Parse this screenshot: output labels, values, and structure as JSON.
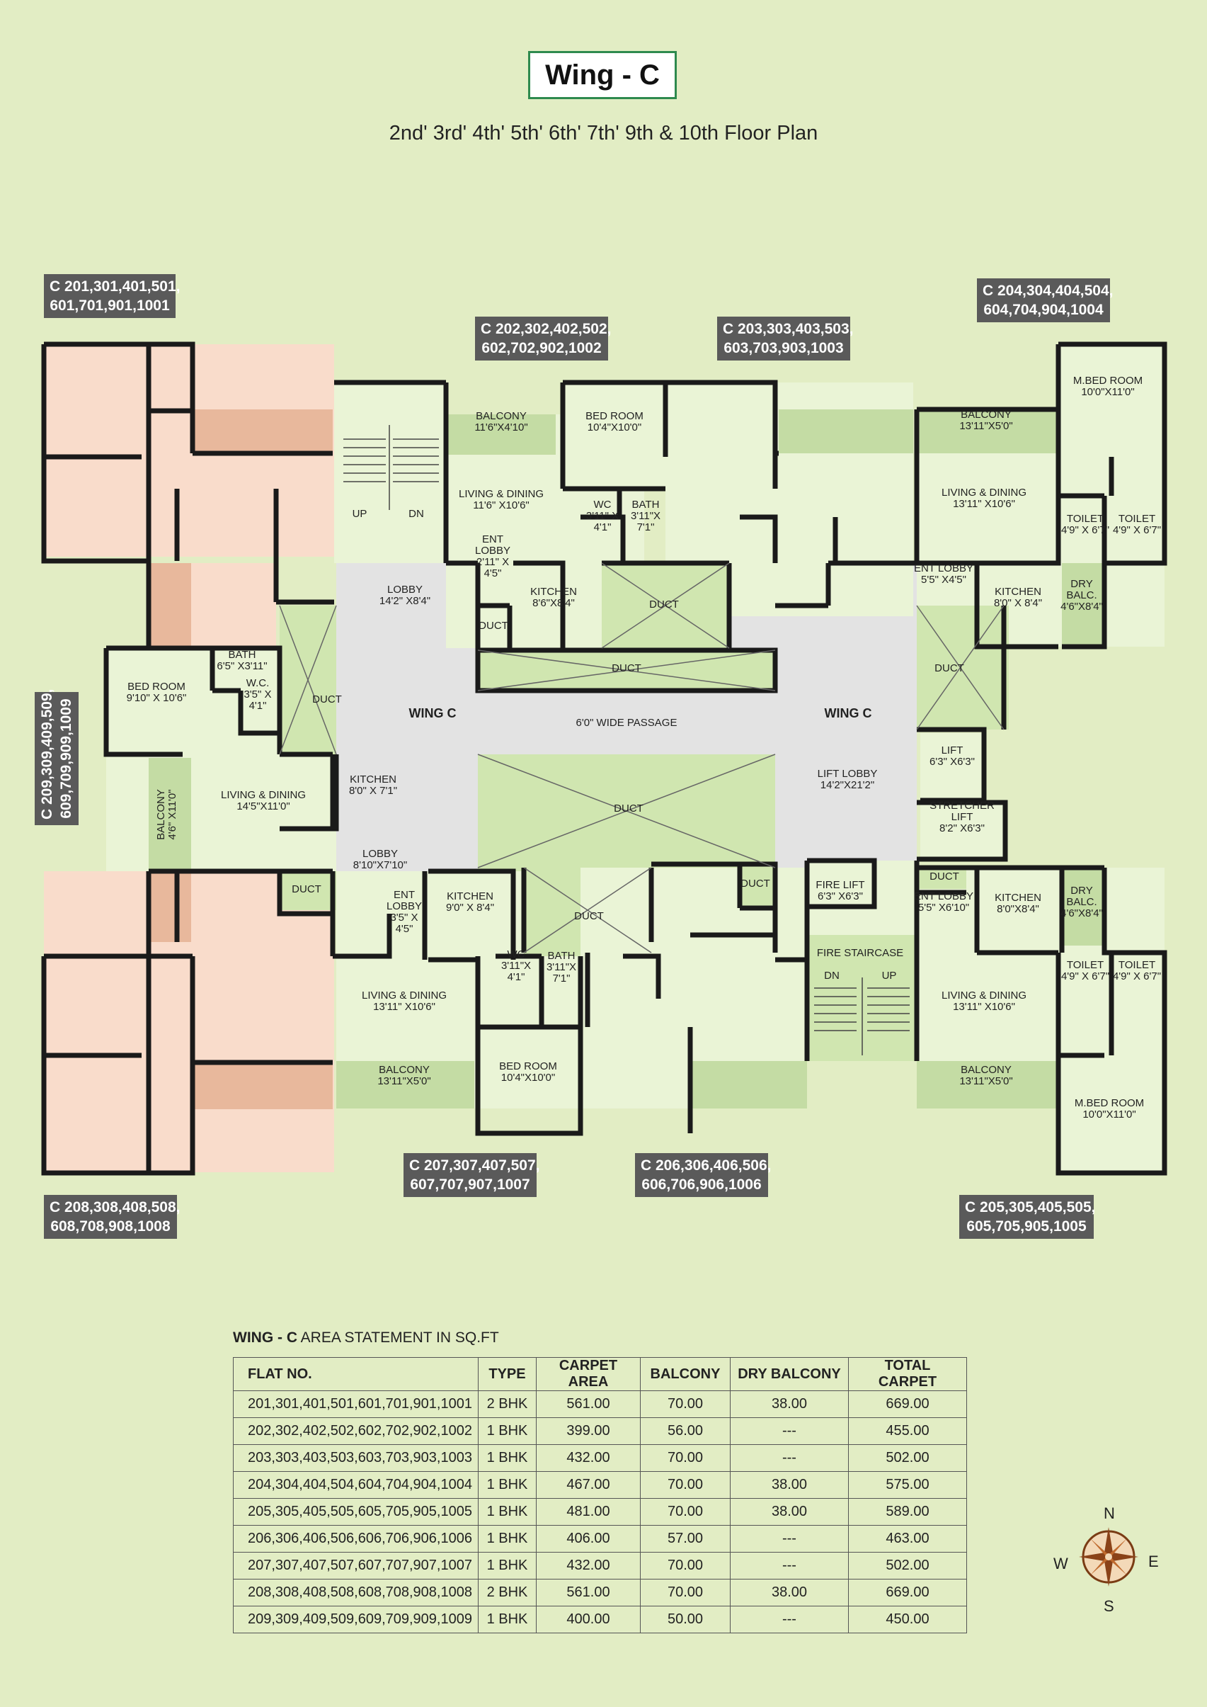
{
  "title": "Wing - C",
  "subtitle": "2nd' 3rd' 4th' 5th' 6th' 7th' 9th & 10th Floor Plan",
  "flat_tags": {
    "c201": "C 201,301,401,501,\n601,701,901,1001",
    "c202": "C 202,302,402,502,\n602,702,902,1002",
    "c203": "C 203,303,403,503,\n603,703,903,1003",
    "c204": "C 204,304,404,504,\n604,704,904,1004",
    "c205": "C 205,305,405,505,\n605,705,905,1005",
    "c206": "C 206,306,406,506,\n606,706,906,1006",
    "c207": "C 207,307,407,507,\n607,707,907,1007",
    "c208": "C 208,308,408,508,\n608,708,908,1008",
    "c209": "C 209,309,409,509,\n609,709,909,1009"
  },
  "room_labels": {
    "balcony_202": "BALCONY\n11'6\"X4'10\"",
    "living_202": "LIVING & DINING\n11'6\" X10'6\"",
    "bedroom_202": "BED ROOM\n10'4\"X10'0\"",
    "wc_202": "WC\n3'11\" X\n4'1\"",
    "bath_202": "BATH\n3'11\"X\n7'1\"",
    "ent_lobby_202": "ENT\nLOBBY\n2'11\" X\n4'5\"",
    "duct_small_202": "DUCT",
    "kitchen_202": "KITCHEN\n8'6\"X8'4\"",
    "duct_center_top": "DUCT",
    "duct_long_top": "DUCT",
    "lobby_top": "LOBBY\n14'2\" X8'4\"",
    "stair_up": "UP",
    "stair_dn": "DN",
    "balcony_204": "BALCONY\n13'11\"X5'0\"",
    "living_204": "LIVING & DINING\n13'11\" X10'6\"",
    "mbed_204": "M.BED ROOM\n10'0\"X11'0\"",
    "toilet_204a": "TOILET\n4'9\" X 6'7\"",
    "toilet_204b": "TOILET\n4'9\" X 6'7\"",
    "ent_lobby_204": "ENT LOBBY\n5'5\" X4'5\"",
    "kitchen_204": "KITCHEN\n8'0\" X 8'4\"",
    "dry_balc_204": "DRY\nBALC.\n4'6\"X8'4\"",
    "duct_right": "DUCT",
    "lift": "LIFT\n6'3\" X6'3\"",
    "stretcher_lift": "STRETCHER\nLIFT\n8'2\" X6'3\"",
    "lift_lobby": "LIFT LOBBY\n14'2\"X21'2\"",
    "wing_c_left": "WING C",
    "wing_c_right": "WING C",
    "passage": "6'0\" WIDE PASSAGE",
    "bedroom_209": "BED ROOM\n9'10\" X 10'6\"",
    "bath_209": "BATH\n6'5\" X3'11\"",
    "wc_209": "W.C.\n3'5\" X\n4'1\"",
    "duct_209": "DUCT",
    "living_209": "LIVING & DINING\n14'5\"X11'0\"",
    "kitchen_209": "KITCHEN\n8'0\" X 7'1\"",
    "balcony_209": "BALCONY\n4'6\" X11'0\"",
    "lobby_left": "LOBBY\n8'10\"X7'10\"",
    "duct_208": "DUCT",
    "ent_lobby_207": "ENT\nLOBBY\n3'5\" X\n4'5\"",
    "kitchen_207": "KITCHEN\n9'0\" X 8'4\"",
    "living_207": "LIVING & DINING\n13'11\" X10'6\"",
    "balcony_207": "BALCONY\n13'11\"X5'0\"",
    "wc_207": "WC\n3'11\"X\n4'1\"",
    "bath_207": "BATH\n3'11\"X\n7'1\"",
    "bedroom_207": "BED ROOM\n10'4\"X10'0\"",
    "duct_center_bottom": "DUCT",
    "duct_bottom_small": "DUCT",
    "duct_vertical_206": "DUCT",
    "fire_lift": "FIRE LIFT\n6'3\" X6'3\"",
    "fire_staircase": "FIRE STAIRCASE",
    "fire_dn": "DN",
    "fire_up": "UP",
    "duct_205": "DUCT",
    "ent_lobby_205": "ENT LOBBY\n5'5\" X6'10\"",
    "kitchen_205": "KITCHEN\n8'0\"X8'4\"",
    "dry_balc_205": "DRY\nBALC.\n4'6\"X8'4\"",
    "living_205": "LIVING & DINING\n13'11\" X10'6\"",
    "balcony_205": "BALCONY\n13'11\"X5'0\"",
    "toilet_205a": "TOILET\n4'9\" X 6'7\"",
    "toilet_205b": "TOILET\n4'9\" X 6'7\"",
    "mbed_205": "M.BED ROOM\n10'0\"X11'0\""
  },
  "area_statement": {
    "heading_bold": "WING - C",
    "heading_rest": "AREA STATEMENT IN SQ.FT",
    "columns": [
      "FLAT NO.",
      "TYPE",
      "CARPET AREA",
      "BALCONY",
      "DRY BALCONY",
      "TOTAL CARPET"
    ],
    "rows": [
      [
        "201,301,401,501,601,701,901,1001",
        "2 BHK",
        "561.00",
        "70.00",
        "38.00",
        "669.00"
      ],
      [
        "202,302,402,502,602,702,902,1002",
        "1 BHK",
        "399.00",
        "56.00",
        "---",
        "455.00"
      ],
      [
        "203,303,403,503,603,703,903,1003",
        "1 BHK",
        "432.00",
        "70.00",
        "---",
        "502.00"
      ],
      [
        "204,304,404,504,604,704,904,1004",
        "1 BHK",
        "467.00",
        "70.00",
        "38.00",
        "575.00"
      ],
      [
        "205,305,405,505,605,705,905,1005",
        "1 BHK",
        "481.00",
        "70.00",
        "38.00",
        "589.00"
      ],
      [
        "206,306,406,506,606,706,906,1006",
        "1 BHK",
        "406.00",
        "57.00",
        "---",
        "463.00"
      ],
      [
        "207,307,407,507,607,707,907,1007",
        "1 BHK",
        "432.00",
        "70.00",
        "---",
        "502.00"
      ],
      [
        "208,308,408,508,608,708,908,1008",
        "2 BHK",
        "561.00",
        "70.00",
        "38.00",
        "669.00"
      ],
      [
        "209,309,409,509,609,709,909,1009",
        "1 BHK",
        "400.00",
        "50.00",
        "---",
        "450.00"
      ]
    ]
  },
  "compass": {
    "n": "N",
    "s": "S",
    "e": "E",
    "w": "W"
  },
  "colors": {
    "background": "#e2edc4",
    "flat_fill": "#eaf4d6",
    "pink_fill": "#f9dccb",
    "terrace_fill": "#e8b89c",
    "common_fill": "#e3e3e3",
    "duct_fill": "#d0e6b0",
    "balcony_fill": "#c4dca4",
    "wall": "#1a1a1a",
    "tag_bg": "#5a5a5a"
  }
}
